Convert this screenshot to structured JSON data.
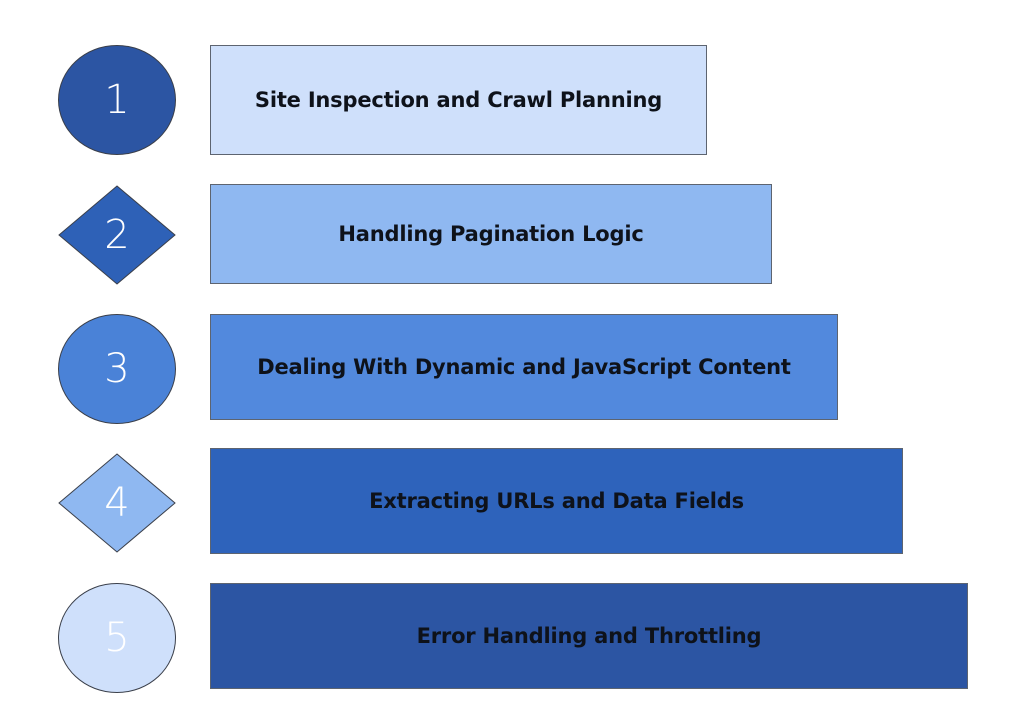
{
  "steps": [
    {
      "number": "1",
      "label": "Site Inspection and Crawl Planning",
      "shape": "circle",
      "badge_color": "#2c55a3",
      "box_color": "#cfe0fb"
    },
    {
      "number": "2",
      "label": "Handling Pagination Logic",
      "shape": "diamond",
      "badge_color": "#2e61b7",
      "box_color": "#8fb8f1"
    },
    {
      "number": "3",
      "label": "Dealing With Dynamic and JavaScript Content",
      "shape": "circle",
      "badge_color": "#4a82d7",
      "box_color": "#5289dd"
    },
    {
      "number": "4",
      "label": "Extracting URLs and Data Fields",
      "shape": "diamond",
      "badge_color": "#8fb8f1",
      "box_color": "#2e63bb"
    },
    {
      "number": "5",
      "label": "Error Handling and Throttling",
      "shape": "circle",
      "badge_color": "#cfe0fb",
      "box_color": "#2c55a3"
    }
  ]
}
